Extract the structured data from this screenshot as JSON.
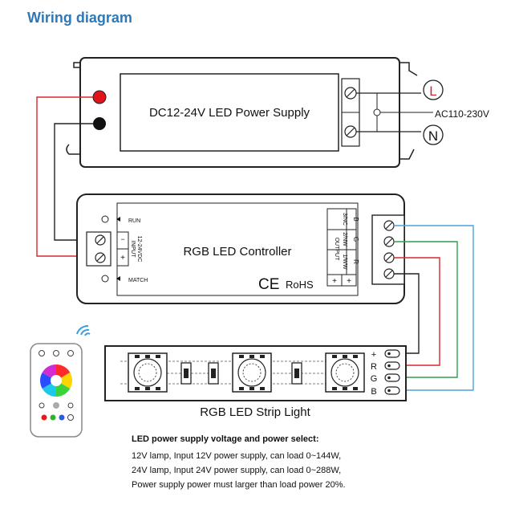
{
  "header": {
    "title": "Wiring diagram"
  },
  "colors": {
    "title": "#2E78B8",
    "wire_red": "#D8262E",
    "wire_green": "#2E9E4A",
    "wire_blue": "#4FA3D9",
    "wire_black": "#222222",
    "terminal_red": "#E2141B"
  },
  "power_supply": {
    "label": "DC12-24V LED Power Supply",
    "terminal_l": "L",
    "terminal_n": "N",
    "ac_label": "AC110-230V"
  },
  "controller": {
    "label": "RGB LED Controller",
    "run_label": "RUN",
    "match_label": "MATCH",
    "input_label": "INPUT",
    "input_voltage": "12-24VDC",
    "plus": "+",
    "minus": "−",
    "output_label": "OUTPUT",
    "output_channels": [
      "3/NC",
      "2/NW",
      "1/WW"
    ],
    "output_colors": [
      "B",
      "G",
      "R"
    ],
    "ce_mark": "CE",
    "rohs": "RoHS"
  },
  "strip": {
    "label": "RGB LED Strip Light",
    "pins": [
      "+",
      "R",
      "G",
      "B"
    ]
  },
  "remote": {
    "icon": "wifi-signal-icon"
  },
  "notes": {
    "heading": "LED power supply voltage and power select:",
    "lines": [
      "12V lamp, Input 12V power supply, can load 0~144W,",
      "24V lamp, Input 24V power supply, can load 0~288W,",
      "Power supply power must larger than load power 20%."
    ]
  }
}
